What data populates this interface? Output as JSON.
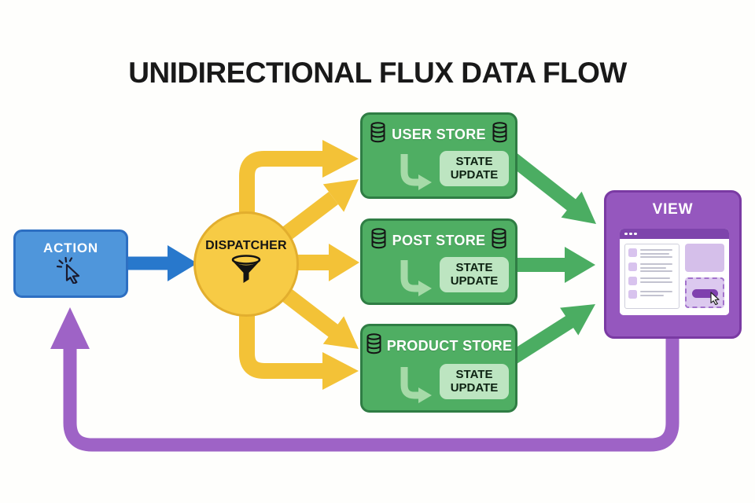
{
  "title": "UNIDIRECTIONAL FLUX DATA FLOW",
  "diagram": {
    "action": {
      "label": "ACTION",
      "icon": "cursor-click-icon"
    },
    "dispatcher": {
      "label": "DISPATCHER",
      "icon": "funnel-icon"
    },
    "stores": [
      {
        "label": "USER STORE",
        "db_icons": 2,
        "state_badge": {
          "line1": "STATE",
          "line2": "UPDATE"
        }
      },
      {
        "label": "POST STORE",
        "db_icons": 2,
        "state_badge": {
          "line1": "STATE",
          "line2": "UPDATE"
        }
      },
      {
        "label": "PRODUCT STORE",
        "db_icons": 1,
        "state_badge": {
          "line1": "STATE",
          "line2": "UPDATE"
        }
      }
    ],
    "view": {
      "label": "VIEW",
      "icon": "browser-window-mockup"
    },
    "flows": [
      {
        "from": "ACTION",
        "to": "DISPATCHER",
        "color": "#2878cc",
        "arrows": 1
      },
      {
        "from": "DISPATCHER",
        "to": "USER STORE",
        "color": "#f3c237",
        "arrows": 2
      },
      {
        "from": "DISPATCHER",
        "to": "POST STORE",
        "color": "#f3c237",
        "arrows": 1
      },
      {
        "from": "DISPATCHER",
        "to": "PRODUCT STORE",
        "color": "#f3c237",
        "arrows": 2
      },
      {
        "from": "USER STORE",
        "to": "VIEW",
        "color": "#4bad62",
        "arrows": 1
      },
      {
        "from": "POST STORE",
        "to": "VIEW",
        "color": "#4bad62",
        "arrows": 1
      },
      {
        "from": "PRODUCT STORE",
        "to": "VIEW",
        "color": "#4bad62",
        "arrows": 1
      },
      {
        "from": "VIEW",
        "to": "ACTION",
        "color": "#9e63c6",
        "arrows": 1
      }
    ]
  },
  "colors": {
    "background": "#fefefc",
    "title_text": "#191919",
    "action_fill": "#4f96db",
    "action_border": "#2d6fc2",
    "action_arrow": "#2878cc",
    "dispatcher_fill": "#f7cb45",
    "dispatcher_border": "#e2ae2e",
    "dispatch_arrow": "#f3c237",
    "store_fill": "#4fae63",
    "store_border": "#2f7d44",
    "store_arrow": "#4bad62",
    "state_badge_fill": "#bde5c1",
    "state_badge_text": "#0d2212",
    "view_fill": "#9557be",
    "view_border": "#7a3aa3",
    "view_arrow": "#9e63c6"
  }
}
